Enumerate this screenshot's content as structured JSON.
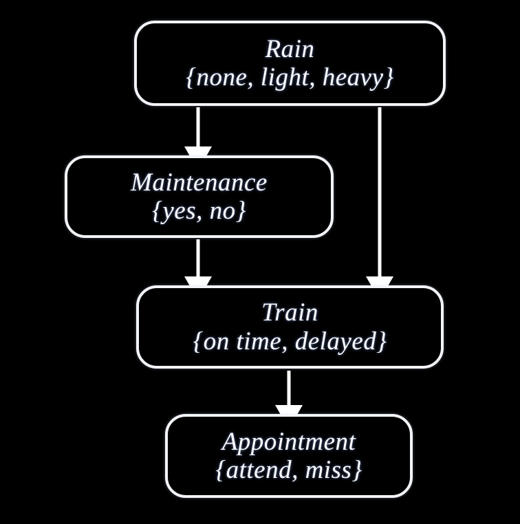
{
  "diagram": {
    "type": "directed-acyclic-graph",
    "title": "",
    "background_color": "#000000",
    "node_border_color": "#f2f4f8",
    "node_fill_color": "#000000",
    "text_color": "#fdfdff",
    "edge_color": "#ffffff",
    "nodes": [
      {
        "id": "rain",
        "name": "Rain",
        "states_text": "{none, light, heavy}",
        "states": [
          "none",
          "light",
          "heavy"
        ]
      },
      {
        "id": "maintenance",
        "name": "Maintenance",
        "states_text": "{yes, no}",
        "states": [
          "yes",
          "no"
        ]
      },
      {
        "id": "train",
        "name": "Train",
        "states_text": "{on time, delayed}",
        "states": [
          "on time",
          "delayed"
        ]
      },
      {
        "id": "appointment",
        "name": "Appointment",
        "states_text": "{attend, miss}",
        "states": [
          "attend",
          "miss"
        ]
      }
    ],
    "edges": [
      {
        "id": "rain-to-maintenance",
        "from": "Rain",
        "to": "Maintenance",
        "arrowhead": "solid-triangle"
      },
      {
        "id": "rain-to-train",
        "from": "Rain",
        "to": "Train",
        "arrowhead": "solid-triangle"
      },
      {
        "id": "maintenance-to-train",
        "from": "Maintenance",
        "to": "Train",
        "arrowhead": "solid-triangle"
      },
      {
        "id": "train-to-appointment",
        "from": "Train",
        "to": "Appointment",
        "arrowhead": "solid-triangle"
      }
    ]
  }
}
